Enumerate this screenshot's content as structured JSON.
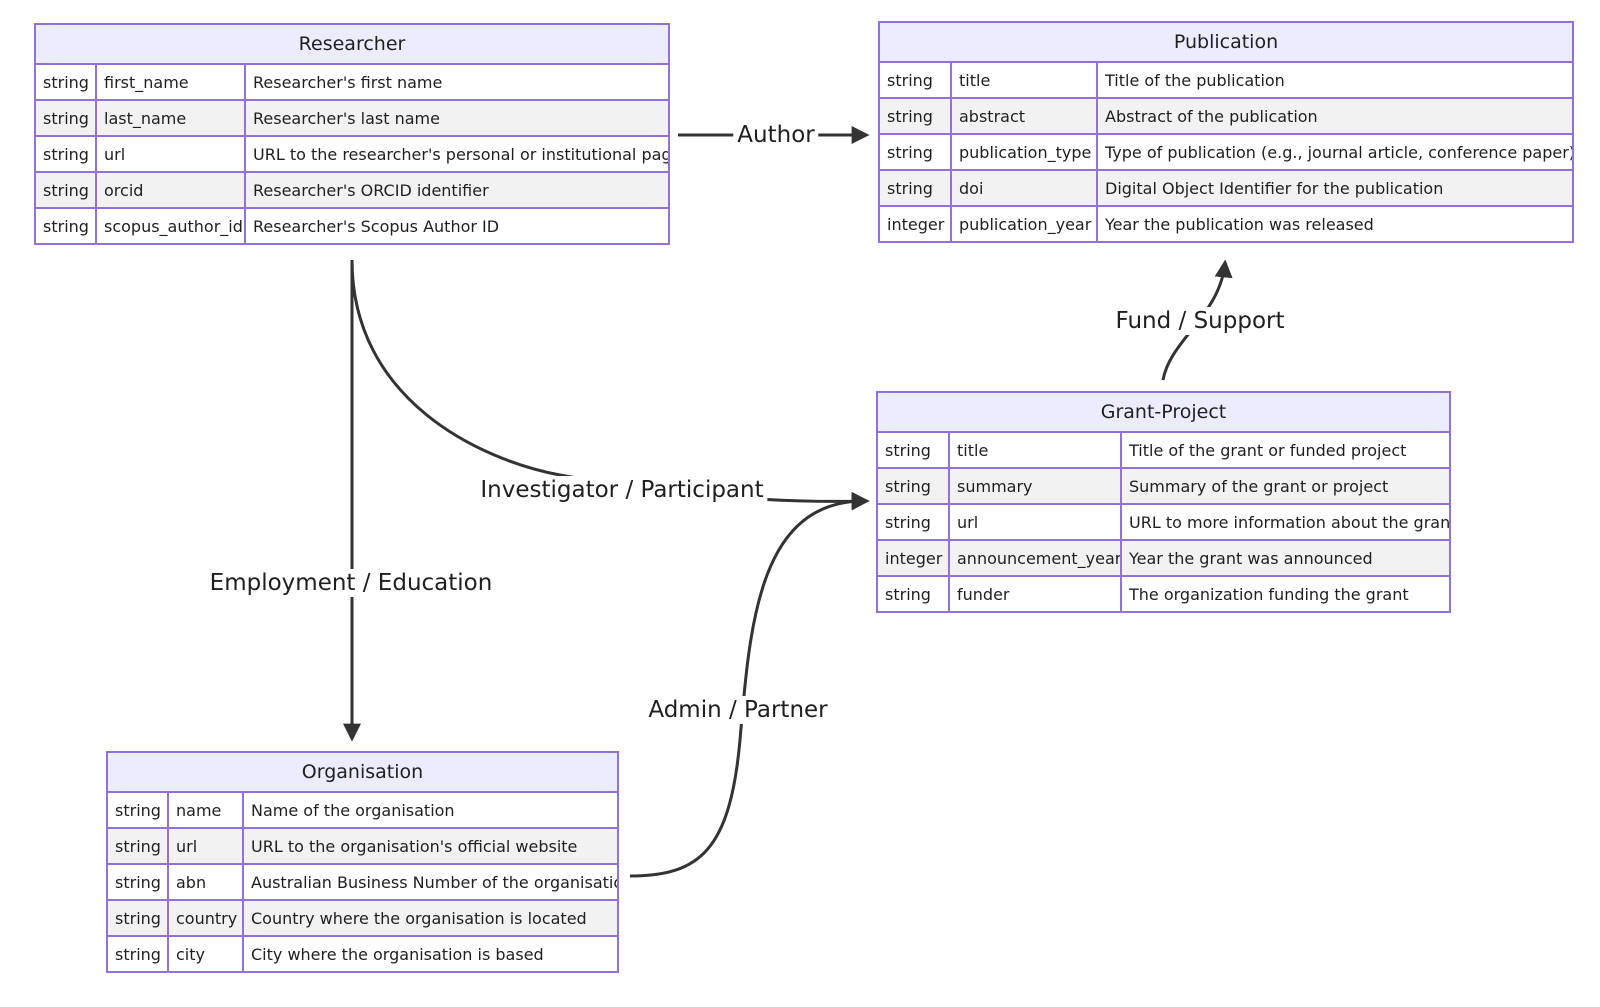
{
  "entities": [
    {
      "id": "researcher",
      "name": "Researcher",
      "attributes": [
        {
          "type": "string",
          "name": "first_name",
          "comment": "Researcher's first name"
        },
        {
          "type": "string",
          "name": "last_name",
          "comment": "Researcher's last name"
        },
        {
          "type": "string",
          "name": "url",
          "comment": "URL to the researcher's personal or institutional page"
        },
        {
          "type": "string",
          "name": "orcid",
          "comment": "Researcher's ORCID identifier"
        },
        {
          "type": "string",
          "name": "scopus_author_id",
          "comment": "Researcher's Scopus Author ID"
        }
      ]
    },
    {
      "id": "publication",
      "name": "Publication",
      "attributes": [
        {
          "type": "string",
          "name": "title",
          "comment": "Title of the publication"
        },
        {
          "type": "string",
          "name": "abstract",
          "comment": "Abstract of the publication"
        },
        {
          "type": "string",
          "name": "publication_type",
          "comment": "Type of publication (e.g., journal article, conference paper)"
        },
        {
          "type": "string",
          "name": "doi",
          "comment": "Digital Object Identifier for the publication"
        },
        {
          "type": "integer",
          "name": "publication_year",
          "comment": "Year the publication was released"
        }
      ]
    },
    {
      "id": "grant-project",
      "name": "Grant-Project",
      "attributes": [
        {
          "type": "string",
          "name": "title",
          "comment": "Title of the grant or funded project"
        },
        {
          "type": "string",
          "name": "summary",
          "comment": "Summary of the grant or project"
        },
        {
          "type": "string",
          "name": "url",
          "comment": "URL to more information about the grant"
        },
        {
          "type": "integer",
          "name": "announcement_year",
          "comment": "Year the grant was announced"
        },
        {
          "type": "string",
          "name": "funder",
          "comment": "The organization funding the grant"
        }
      ]
    },
    {
      "id": "organisation",
      "name": "Organisation",
      "attributes": [
        {
          "type": "string",
          "name": "name",
          "comment": "Name of the organisation"
        },
        {
          "type": "string",
          "name": "url",
          "comment": "URL to the organisation's official website"
        },
        {
          "type": "string",
          "name": "abn",
          "comment": "Australian Business Number of the organisation"
        },
        {
          "type": "string",
          "name": "country",
          "comment": "Country where the organisation is located"
        },
        {
          "type": "string",
          "name": "city",
          "comment": "City where the organisation is based"
        }
      ]
    }
  ],
  "relationships": [
    {
      "id": "author",
      "from": "Researcher",
      "to": "Publication",
      "label": "Author"
    },
    {
      "id": "investigator",
      "from": "Researcher",
      "to": "Grant-Project",
      "label": "Investigator / Participant"
    },
    {
      "id": "employment",
      "from": "Researcher",
      "to": "Organisation",
      "label": "Employment / Education"
    },
    {
      "id": "admin",
      "from": "Organisation",
      "to": "Grant-Project",
      "label": "Admin / Partner"
    },
    {
      "id": "fund",
      "from": "Grant-Project",
      "to": "Publication",
      "label": "Fund / Support"
    }
  ],
  "colors": {
    "entity_border": "#9370db",
    "entity_header_fill": "#ececff",
    "row_alt_fill": "#f2f2f2",
    "edge_stroke": "#333333"
  }
}
